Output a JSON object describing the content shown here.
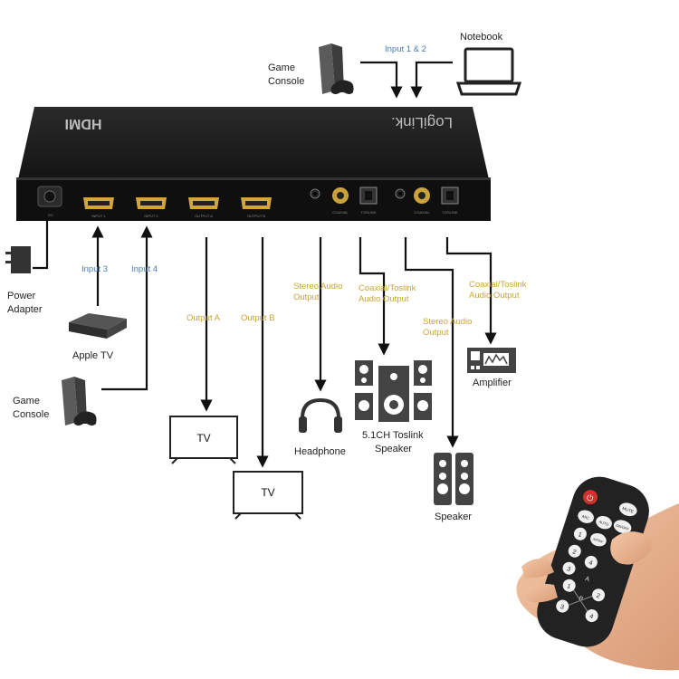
{
  "device": {
    "logo_text": "HDMI",
    "brand_text": "LogiLink.",
    "port_labels": [
      "INPUT 1",
      "INPUT 2",
      "OUTPUT A",
      "OUTPUT B"
    ],
    "dc_label": "DC",
    "coaxial_label": "COAXIAL",
    "toslink_label": "TOSLINK"
  },
  "labels": {
    "game_console_top": [
      "Game",
      "Console"
    ],
    "notebook": "Notebook",
    "input_1_2": "Input 1 & 2",
    "power_adapter": [
      "Power",
      "Adapter"
    ],
    "input_3": "Input 3",
    "input_4": "Input 4",
    "apple_tv": "Apple TV",
    "game_console_left": [
      "Game",
      "Console"
    ],
    "output_a": "Output A",
    "output_b": "Output B",
    "tv_a": "TV",
    "tv_b": "TV",
    "stereo_audio_1": [
      "Stereo Audio",
      "Output"
    ],
    "coax_toslink_1": [
      "Coaxial/Toslink",
      "Audio Output"
    ],
    "headphone": "Headphone",
    "speaker_51": [
      "5.1CH Toslink",
      "Speaker"
    ],
    "stereo_audio_2": [
      "Stereo Audio",
      "Output"
    ],
    "coax_toslink_2": [
      "Coaxial/Toslink",
      "Audio Output"
    ],
    "amplifier": "Amplifier",
    "speaker": "Speaker"
  },
  "remote": {
    "buttons": [
      "MUTE",
      "ON/OFF",
      "ARC",
      "AUTO",
      "S/PDIF",
      "1",
      "2",
      "3",
      "4",
      "A",
      "B",
      "1",
      "2",
      "3",
      "4"
    ]
  },
  "colors": {
    "accent_blue": "#4a7bb0",
    "accent_gold": "#c9a33a",
    "device_body": "#1a1a1a",
    "hdmi_gold": "#d4a63a",
    "remote_power": "#d0312d"
  }
}
